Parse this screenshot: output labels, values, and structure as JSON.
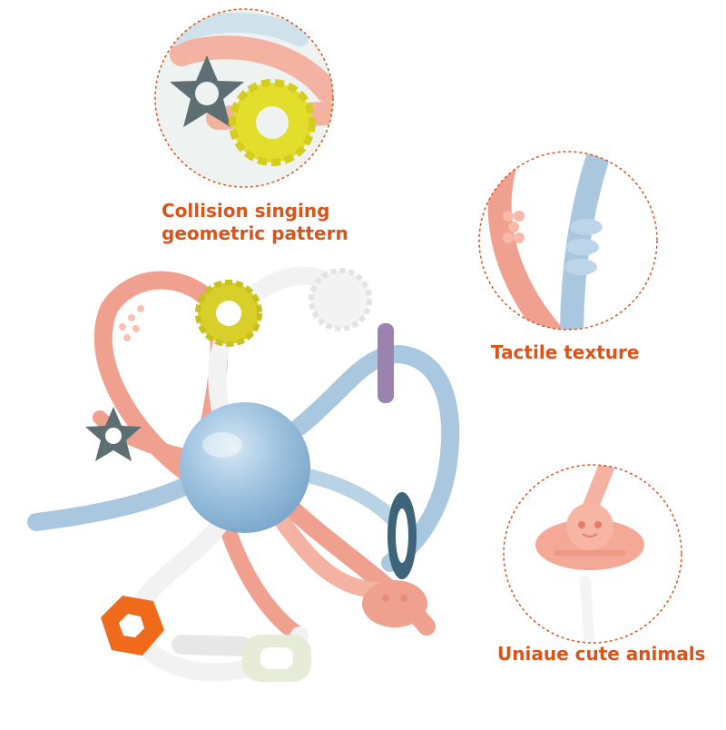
{
  "captions": {
    "pattern_line1": "Collision singing",
    "pattern_line2": "geometric pattern",
    "texture": "Tactile texture",
    "animals": "Uniaue cute animals"
  },
  "colors": {
    "caption_text": "#d9541a",
    "circle_border": "#d9541a",
    "pink": "#f0a08e",
    "blue": "#a9c8e0",
    "white": "#f2f2f2",
    "yellow": "#d9cf2a",
    "slate": "#5d6f73",
    "orange": "#f06a1c",
    "purple": "#9b83b0",
    "teal": "#3d6478"
  },
  "icons": [
    "star-ring-icon",
    "gear-ring-icon",
    "hexagon-ring-icon"
  ]
}
